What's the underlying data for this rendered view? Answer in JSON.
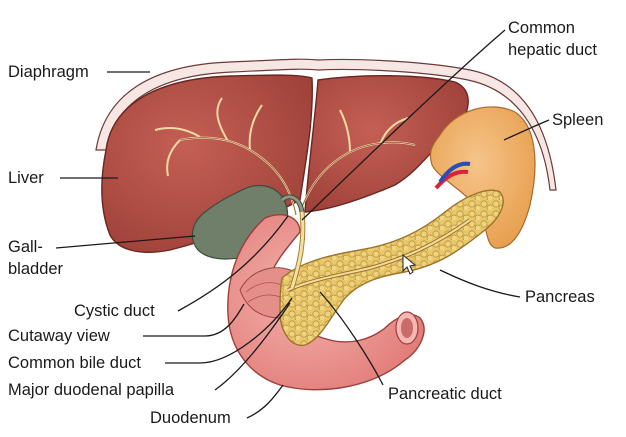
{
  "labels": {
    "diaphragm": "Diaphragm",
    "liver": "Liver",
    "gallbladder_1": "Gall-",
    "gallbladder_2": "bladder",
    "cystic_duct": "Cystic duct",
    "cutaway_view": "Cutaway view",
    "common_bile_duct": "Common bile duct",
    "major_duodenal_papilla": "Major duodenal papilla",
    "duodenum": "Duodenum",
    "common_hepatic_duct_1": "Common",
    "common_hepatic_duct_2": "hepatic duct",
    "spleen": "Spleen",
    "pancreas": "Pancreas",
    "pancreatic_duct": "Pancreatic duct"
  },
  "colors": {
    "liver": "#b5544a",
    "liver_edge": "#7a2e28",
    "diaphragm": "#f4e4e2",
    "spleen": "#f0b26a",
    "gallbladder": "#6f7f6a",
    "duodenum": "#ef9a97",
    "pancreas": "#e8c66a",
    "duct": "#f2dca0",
    "artery": "#d8243a",
    "vein": "#2a4fb0"
  }
}
